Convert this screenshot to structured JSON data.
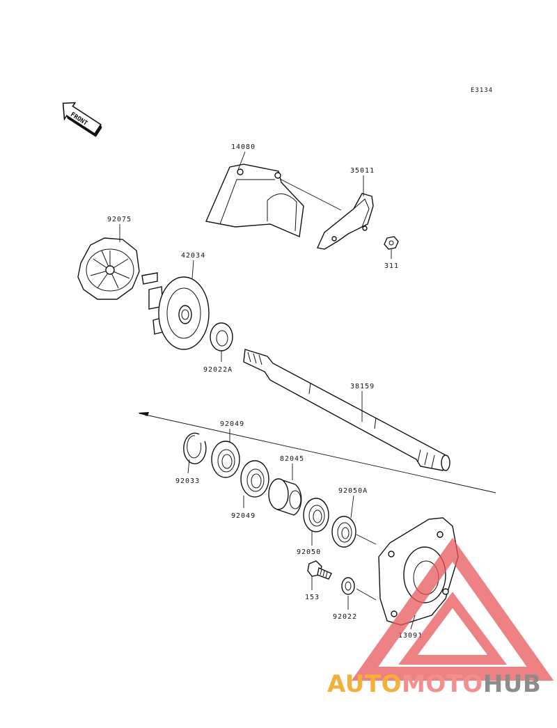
{
  "diagram": {
    "ref_code": "E3134",
    "front_label": "FRONT",
    "parts": [
      {
        "id": "14080",
        "label": "14080"
      },
      {
        "id": "35011",
        "label": "35011"
      },
      {
        "id": "311",
        "label": "311"
      },
      {
        "id": "92075",
        "label": "92075"
      },
      {
        "id": "42034",
        "label": "42034"
      },
      {
        "id": "92022A",
        "label": "92022A"
      },
      {
        "id": "38159",
        "label": "38159"
      },
      {
        "id": "92049-top",
        "label": "92049"
      },
      {
        "id": "92033",
        "label": "92033"
      },
      {
        "id": "92049-bottom",
        "label": "92049"
      },
      {
        "id": "82045",
        "label": "82045"
      },
      {
        "id": "92050A",
        "label": "92050A"
      },
      {
        "id": "92050",
        "label": "92050"
      },
      {
        "id": "153",
        "label": "153"
      },
      {
        "id": "92022",
        "label": "92022"
      },
      {
        "id": "13091",
        "label": "13091"
      }
    ]
  },
  "watermark": {
    "part1": "AUTO",
    "part2": "MOTO",
    "part3": "HUB",
    "colors": {
      "auto": "#f2b13a",
      "moto": "#f29090",
      "hub": "#8c8c8c",
      "triangle": "#e9575a"
    }
  }
}
